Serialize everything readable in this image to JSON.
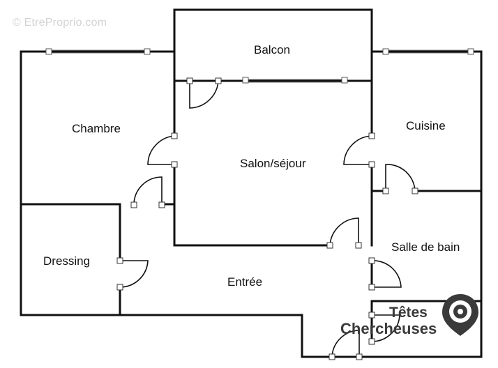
{
  "watermark": "© EtreProprio.com",
  "rooms": {
    "balcon": "Balcon",
    "chambre": "Chambre",
    "cuisine": "Cuisine",
    "salon": "Salon/séjour",
    "dressing": "Dressing",
    "salle_de_bain": "Salle de bain",
    "entree": "Entrée"
  },
  "logo": {
    "line1": "Têtes",
    "line2": "Chercheuses",
    "brand_color": "#3a3a3a"
  },
  "colors": {
    "wall": "#111111",
    "background": "#ffffff",
    "watermark": "#d3d3d3"
  }
}
